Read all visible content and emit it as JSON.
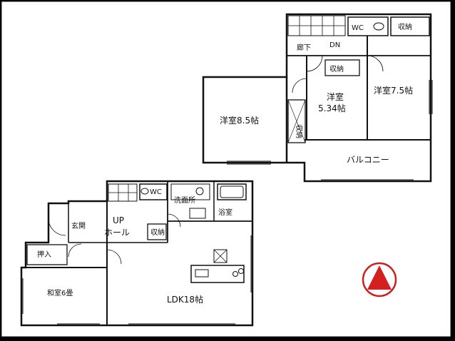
{
  "floor2": {
    "rooms": {
      "western_85": "洋室8.5帖",
      "western_534_a": "洋室",
      "western_534_b": "5.34帖",
      "western_75": "洋室7.5帖",
      "balcony": "バルコニー",
      "wc": "WC",
      "storage_top": "収納",
      "storage_mid": "収納",
      "storage_side": "収納",
      "corridor": "廊下",
      "dn": "DN"
    }
  },
  "floor1": {
    "rooms": {
      "entrance": "玄関",
      "up": "UP",
      "hall": "ホール",
      "wc": "WC",
      "washroom": "洗面所",
      "bath": "浴室",
      "closet": "押入",
      "washitsu": "和室6畳",
      "ldk": "LDK18帖",
      "storage": "収納"
    }
  },
  "compass": {
    "direction": "north",
    "ring_color": "#cc1f1f",
    "arrow_color": "#d42020"
  },
  "colors": {
    "background": "#000000",
    "paper": "#ffffff",
    "line": "#111111"
  }
}
